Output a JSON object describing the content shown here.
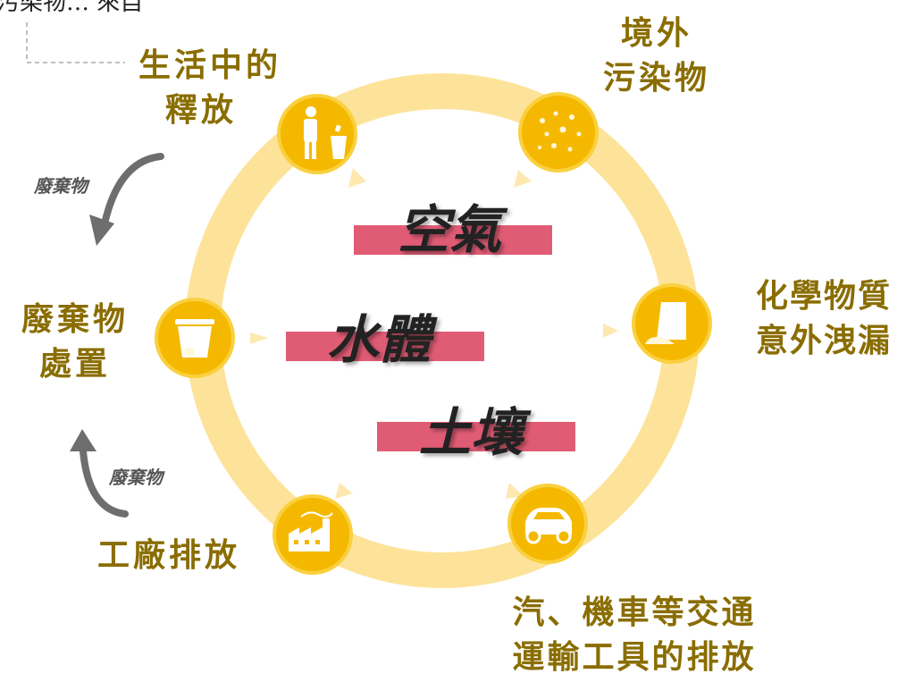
{
  "cut_title": "污染物… 來自",
  "center": {
    "air": "空氣",
    "water": "水體",
    "soil": "土壤"
  },
  "sources": {
    "daily_life": [
      "生活中的",
      "釋放"
    ],
    "overseas": [
      "境外",
      "污染物"
    ],
    "chemical": [
      "化學物質",
      "意外洩漏"
    ],
    "traffic": [
      "汽、機車等交通",
      "運輸工具的排放"
    ],
    "factory": [
      "工廠排放"
    ],
    "waste_disposal": [
      "廢棄物",
      "處置"
    ]
  },
  "arrow_labels": {
    "upper": "廢棄物",
    "lower": "廢棄物"
  },
  "icons": [
    "trash-person-icon",
    "particles-icon",
    "spill-icon",
    "car-icon",
    "factory-icon",
    "trash-bin-icon"
  ],
  "colors": {
    "ring": "#fde39a",
    "icon_circle": "#f5b800",
    "icon_border": "#f9d03e",
    "label_text": "#8a6d00",
    "center_bar": "#e05c75",
    "arrow": "#6e6e6e"
  }
}
